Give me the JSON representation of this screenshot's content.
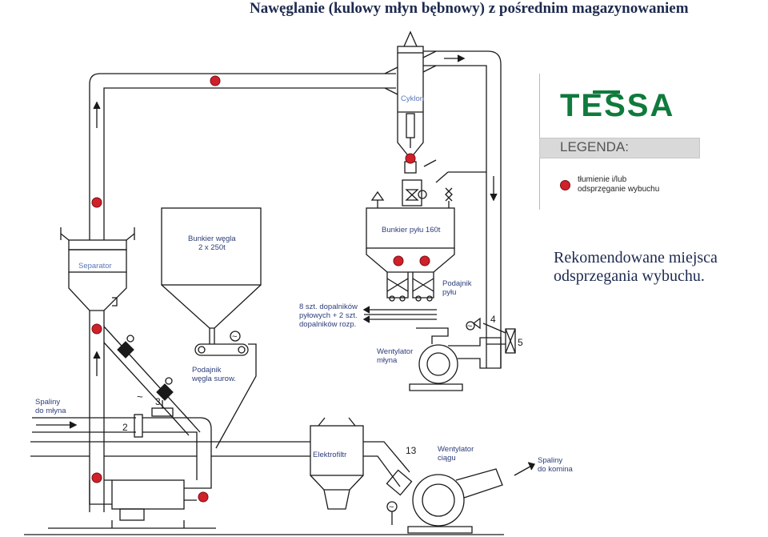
{
  "title": "Nawęglanie (kulowy młyn bębnowy) z  pośrednim magazynowaniem",
  "recommendation": {
    "line1": "Rekomendowane miejsca",
    "line2": "odsprzegania wybuchu."
  },
  "logo": {
    "text": "TESSA"
  },
  "legend": {
    "title": "LEGENDA:",
    "item_line1": "tłumienie i/lub",
    "item_line2": "odsprzęganie wybuchu"
  },
  "labels": {
    "cyklon": "Cyklon",
    "separator": "Separator",
    "bunkier_wegla_1": "Bunkier węgla",
    "bunkier_wegla_2": "2 x 250t",
    "bunkier_pylu": "Bunkier pyłu 160t",
    "podajnik_wegla_1": "Podajnik",
    "podajnik_wegla_2": "węgla surow.",
    "podajnik_pylu_1": "Podajnik",
    "podajnik_pylu_2": "pyłu",
    "dopalniki_1": "8 szt. dopalników",
    "dopalniki_2": "pyłowych + 2 szt.",
    "dopalniki_3": "dopalników rozp.",
    "wentylator_mlyna_1": "Wentylator",
    "wentylator_mlyna_2": "młyna",
    "spaliny_mlyna_1": "Spaliny",
    "spaliny_mlyna_2": "do młyna",
    "elektrofiltr": "Elektrofiltr",
    "wentylator_ciagu_1": "Wentylator",
    "wentylator_ciagu_2": "ciągu",
    "spaliny_komina_1": "Spaliny",
    "spaliny_komina_2": "do komina",
    "n2": "2",
    "n3": "3",
    "n4": "4",
    "n5": "5",
    "n13": "13",
    "tilde": "~"
  },
  "colors": {
    "marker": "#d0202a",
    "line": "#1a1a1a",
    "title": "#1d2a4f",
    "brand": "#0f7a3c"
  }
}
